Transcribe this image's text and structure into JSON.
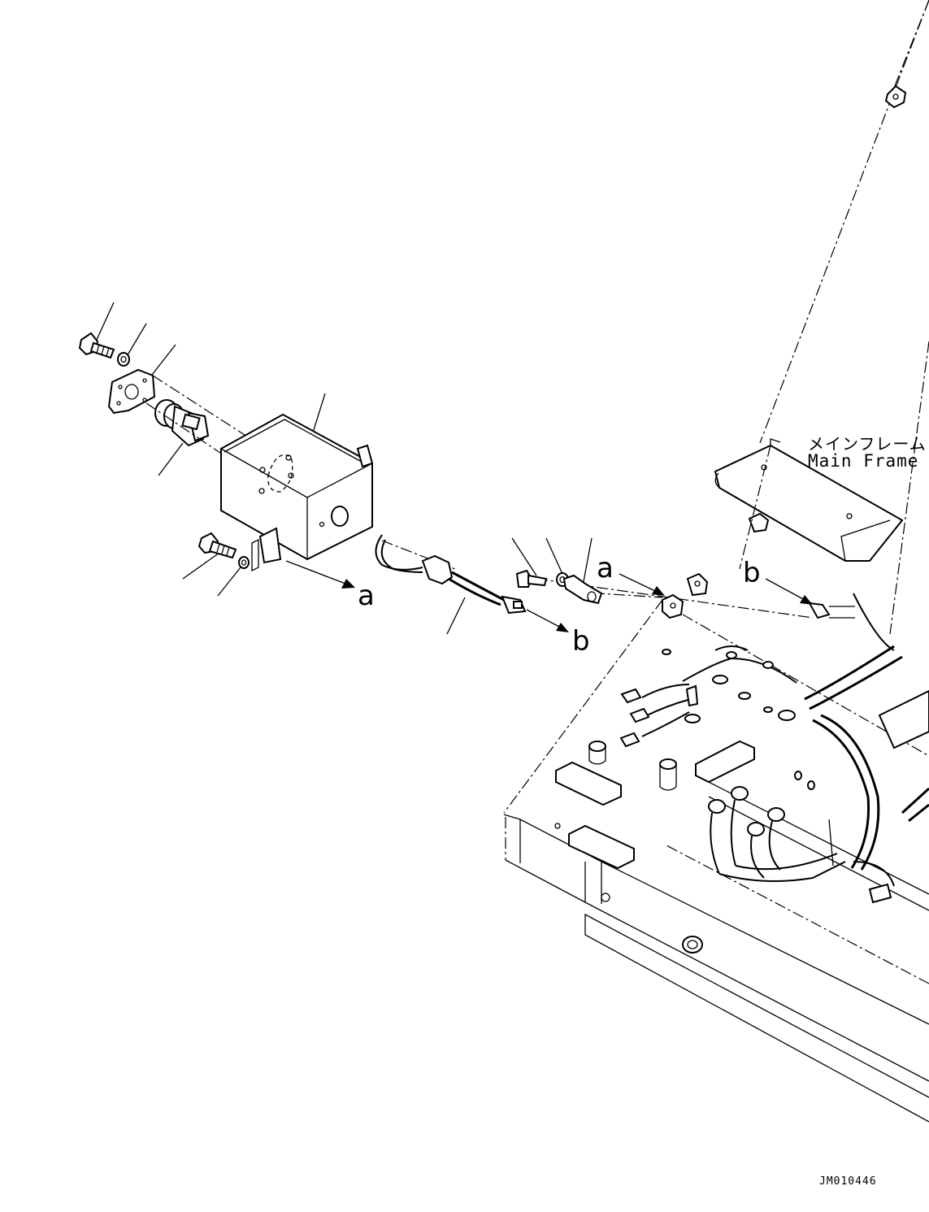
{
  "frame_label": {
    "jp": "メインフレーム",
    "en": "Main Frame"
  },
  "callouts": {
    "a1": "a",
    "b1": "b",
    "a2": "a",
    "b2": "b"
  },
  "doc_id": "JM010446"
}
